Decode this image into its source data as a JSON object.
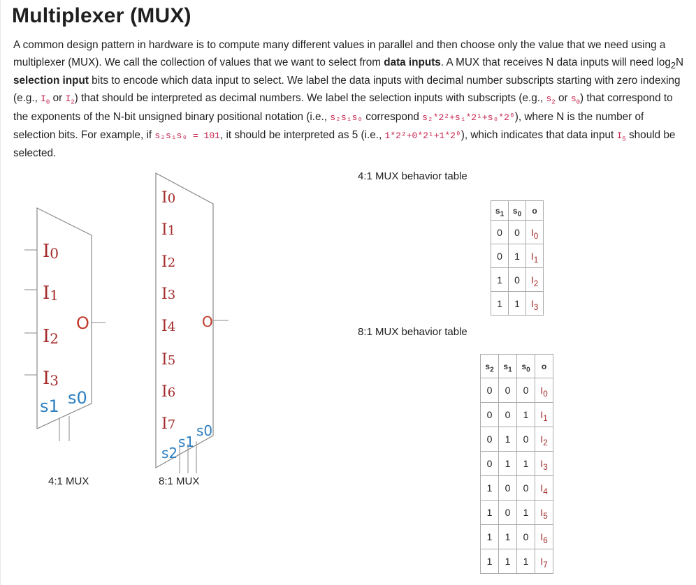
{
  "title": "Multiplexer (MUX)",
  "paragraph": {
    "p1": "A common design pattern in hardware is to compute many different values in parallel and then choose only the value that we need using a multiplexer (MUX). We call the collection of values that we want to select from ",
    "b1": "data inputs",
    "p2": ". A MUX that receives N data inputs will need log",
    "log_sub": "2",
    "p3": "N ",
    "b2": "selection input",
    "p4": " bits to encode which data input to select. We label the data inputs with decimal number subscripts starting with zero indexing (e.g., ",
    "c1": "I",
    "c1_sub": "0",
    "p5": " or ",
    "c2": "I",
    "c2_sub": "2",
    "p6": ") that should be interpreted as decimal numbers. We label the selection inputs with subscripts (e.g., ",
    "c3": "s",
    "c3_sub": "2",
    "p7": " or ",
    "c4": "s",
    "c4_sub": "0",
    "p8": ") that correspond to the exponents of the N-bit unsigned binary positional notation (i.e., ",
    "c5": "s₂s₁s₀",
    "p9": " correspond ",
    "c6": "s₂*2²+s₁*2¹+s₀*2⁰",
    "p10": "), where N is the number of selection bits. For example, if ",
    "c7": "s₂s₁s₀ = 101",
    "p11": ", it should be interpreted as 5 (i.e., ",
    "c8": "1*2²+0*2¹+1*2⁰",
    "p12": "), which indicates that data input ",
    "c9": "I",
    "c9_sub": "5",
    "p13": " should be selected."
  },
  "mux4": {
    "caption": "4:1 MUX",
    "inputs": [
      "I",
      "I",
      "I",
      "I"
    ],
    "input_subs": [
      "0",
      "1",
      "2",
      "3"
    ],
    "output": "O",
    "sel1": "s1",
    "sel0": "s0"
  },
  "mux8": {
    "caption": "8:1 MUX",
    "inputs": [
      "I",
      "I",
      "I",
      "I",
      "I",
      "I",
      "I",
      "I"
    ],
    "input_subs": [
      "0",
      "1",
      "2",
      "3",
      "4",
      "5",
      "6",
      "7"
    ],
    "output": "O",
    "sel2": "s2",
    "sel1": "s1",
    "sel0": "s0"
  },
  "table4": {
    "caption": "4:1 MUX behavior table",
    "headers": [
      "s",
      "s",
      "o"
    ],
    "header_subs": [
      "1",
      "0",
      ""
    ],
    "rows": [
      [
        "0",
        "0",
        "I",
        "0"
      ],
      [
        "0",
        "1",
        "I",
        "1"
      ],
      [
        "1",
        "0",
        "I",
        "2"
      ],
      [
        "1",
        "1",
        "I",
        "3"
      ]
    ]
  },
  "table8": {
    "caption": "8:1 MUX behavior table",
    "headers": [
      "s",
      "s",
      "s",
      "o"
    ],
    "header_subs": [
      "2",
      "1",
      "0",
      ""
    ],
    "rows": [
      [
        "0",
        "0",
        "0",
        "I",
        "0"
      ],
      [
        "0",
        "0",
        "1",
        "I",
        "1"
      ],
      [
        "0",
        "1",
        "0",
        "I",
        "2"
      ],
      [
        "0",
        "1",
        "1",
        "I",
        "3"
      ],
      [
        "1",
        "0",
        "0",
        "I",
        "4"
      ],
      [
        "1",
        "0",
        "1",
        "I",
        "5"
      ],
      [
        "1",
        "1",
        "0",
        "I",
        "6"
      ],
      [
        "1",
        "1",
        "1",
        "I",
        "7"
      ]
    ]
  }
}
